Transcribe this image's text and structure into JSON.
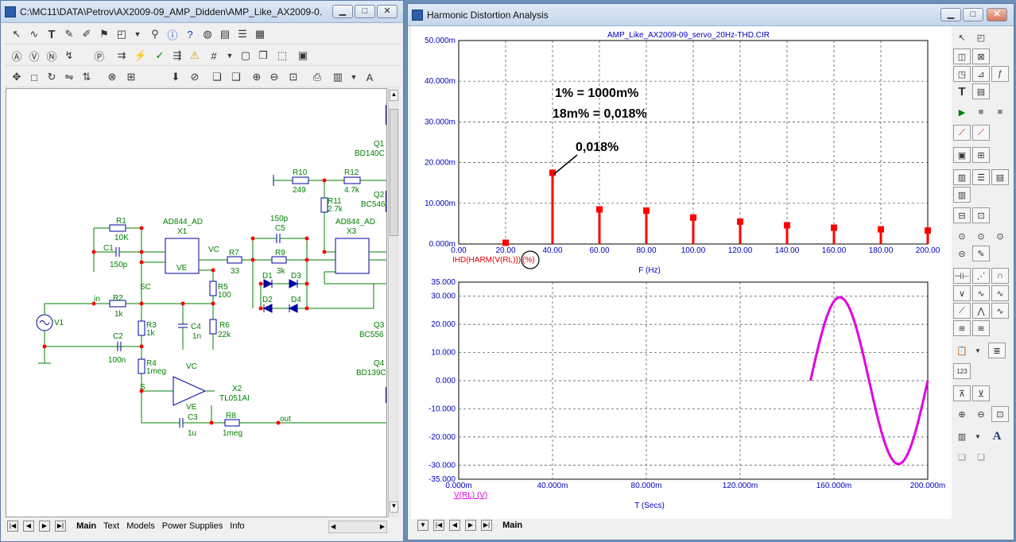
{
  "left_window": {
    "title": "C:\\MC11\\DATA\\Petrov\\AX2009-09_AMP_Didden\\AMP_Like_AX2009-0...",
    "tabs": [
      "Main",
      "Text",
      "Models",
      "Power Supplies",
      "Info"
    ],
    "schematic": {
      "components": [
        {
          "ref": "R1",
          "value": "10K"
        },
        {
          "ref": "C1",
          "value": "150p"
        },
        {
          "ref": "X1",
          "value": "AD844_AD"
        },
        {
          "ref": "R7",
          "value": "33"
        },
        {
          "ref": "R5",
          "value": "100"
        },
        {
          "ref": "R2",
          "value": "1k"
        },
        {
          "ref": "V1",
          "value": ""
        },
        {
          "ref": "R3",
          "value": "1k"
        },
        {
          "ref": "C4",
          "value": "1n"
        },
        {
          "ref": "R6",
          "value": "22k"
        },
        {
          "ref": "C2",
          "value": "100n"
        },
        {
          "ref": "R4",
          "value": "1meg"
        },
        {
          "ref": "X2",
          "value": "TL051AI"
        },
        {
          "ref": "C3",
          "value": "1u"
        },
        {
          "ref": "R8",
          "value": "1meg"
        },
        {
          "ref": "R10",
          "value": "249"
        },
        {
          "ref": "R12",
          "value": "4.7k"
        },
        {
          "ref": "R11",
          "value": "2.7k"
        },
        {
          "ref": "C5",
          "value": "150p"
        },
        {
          "ref": "R9",
          "value": "3k"
        },
        {
          "ref": "X3",
          "value": "AD844_AD"
        },
        {
          "ref": "Q1",
          "value": "BD140C"
        },
        {
          "ref": "Q2",
          "value": "BC546"
        },
        {
          "ref": "Q3",
          "value": "BC556"
        },
        {
          "ref": "Q4",
          "value": "BD139C"
        }
      ],
      "diodes": [
        "D1",
        "D3",
        "D2",
        "D4"
      ],
      "nodes": [
        "in",
        "SC",
        "S",
        "out",
        "VC",
        "VE"
      ]
    }
  },
  "right_window": {
    "title": "Harmonic Distortion Analysis",
    "tab": "Main",
    "top_plot": {
      "title": "AMP_Like_AX2009-09_servo_20Hz-THD.CIR",
      "xlabel": "F (Hz)",
      "trace_label": "IHD(HARM(V(RL)))",
      "trace_unit": "(%)",
      "y_ticks": [
        "0.000m",
        "10.000m",
        "20.000m",
        "30.000m",
        "40.000m",
        "50.000m"
      ],
      "x_ticks": [
        "0.00",
        "20.00",
        "40.00",
        "60.00",
        "80.00",
        "100.00",
        "120.00",
        "140.00",
        "160.00",
        "180.00",
        "200.00"
      ],
      "annotations": [
        "1% =  1000m%",
        "18m% = 0,018%",
        "0,018%"
      ]
    },
    "bottom_plot": {
      "xlabel": "T (Secs)",
      "trace_label": "V(RL) (V)",
      "y_ticks": [
        "35.000",
        "30.000",
        "20.000",
        "10.000",
        "0.000",
        "-10.000",
        "-20.000",
        "-30.000",
        "-35.000"
      ],
      "x_ticks": [
        "0.000m",
        "40.000m",
        "80.000m",
        "120.000m",
        "160.000m",
        "200.000m"
      ]
    }
  },
  "chart_data": [
    {
      "type": "bar",
      "title": "AMP_Like_AX2009-09_servo_20Hz-THD.CIR",
      "xlabel": "F (Hz)",
      "ylabel": "IHD(HARM(V(RL))) (%)",
      "x": [
        20,
        40,
        60,
        80,
        100,
        120,
        140,
        160,
        180,
        200
      ],
      "values": [
        0.3,
        17.5,
        8.5,
        8.2,
        6.5,
        5.5,
        4.6,
        4.0,
        3.6,
        3.3
      ],
      "unit": "m%",
      "xlim": [
        0,
        200
      ],
      "ylim": [
        0,
        50
      ],
      "color": "#ff0000"
    },
    {
      "type": "line",
      "xlabel": "T (Secs)",
      "series": [
        {
          "name": "V(RL) (V)",
          "color": "#e000e0"
        }
      ],
      "x_start": 0.15,
      "x_end": 0.2,
      "frequency_hz": 20,
      "amplitude": 29.6,
      "value_at_start": 0,
      "xlim": [
        0,
        0.2
      ],
      "ylim": [
        -35,
        35
      ]
    }
  ]
}
